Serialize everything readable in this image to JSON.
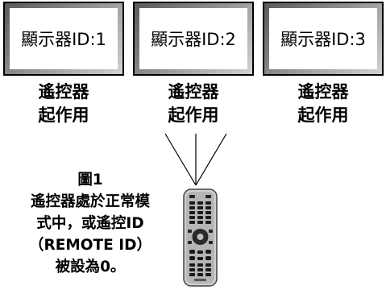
{
  "monitors": [
    {
      "label": "顯示器ID:1",
      "status_line1": "遙控器",
      "status_line2": "起作用"
    },
    {
      "label": "顯示器ID:2",
      "status_line1": "遙控器",
      "status_line2": "起作用"
    },
    {
      "label": "顯示器ID:3",
      "status_line1": "遙控器",
      "status_line2": "起作用"
    }
  ],
  "caption": {
    "figure": "圖1",
    "line1": "遙控器處於正常模",
    "line2": "式中，或遙控ID",
    "line3": "（REMOTE ID）",
    "line4": "被設為0。"
  },
  "icons": {
    "remote": "remote-control-icon",
    "signal": "signal-lines"
  }
}
